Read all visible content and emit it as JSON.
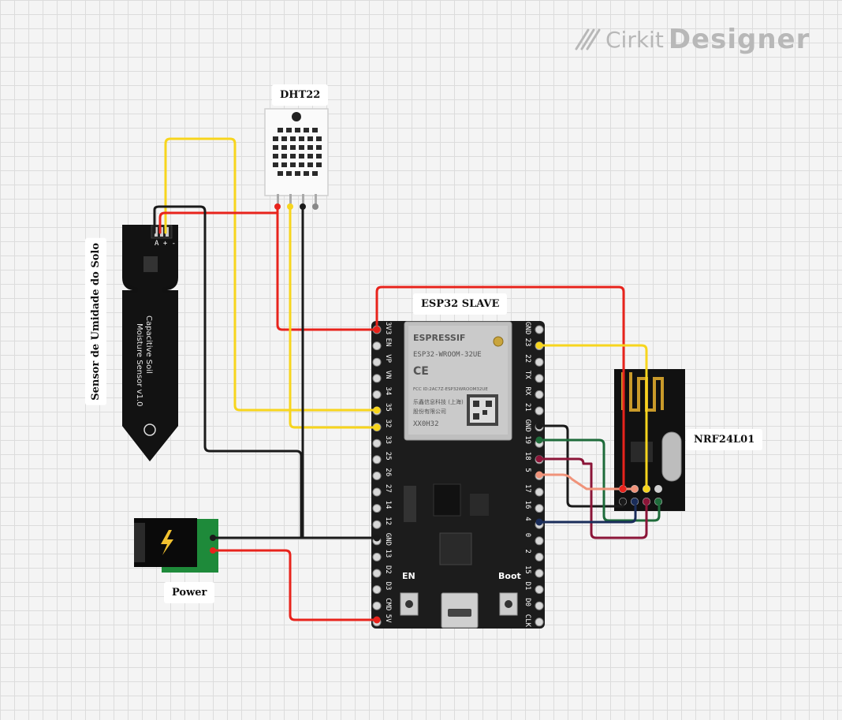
{
  "branding": {
    "name_light": "Cirkit",
    "name_bold": "Designer"
  },
  "components": {
    "dht22": {
      "label": "DHT22"
    },
    "esp32": {
      "label": "ESP32 SLAVE",
      "module_brand": "ESPRESSIF",
      "module_model": "ESP32-WROOM-32UE",
      "module_fcc": "FCC ID:2AC7Z-ESP32WROOM32UE",
      "module_cn1": "乐鑫信息科技 (上海)",
      "module_cn2": "股份有限公司",
      "module_code": "XX0H32",
      "btn_en": "EN",
      "btn_boot": "Boot",
      "left_pins": [
        "3V3",
        "EN",
        "VP",
        "VN",
        "34",
        "35",
        "32",
        "33",
        "25",
        "26",
        "27",
        "14",
        "12",
        "GND",
        "13",
        "D2",
        "D3",
        "CMD",
        "5V"
      ],
      "right_pins": [
        "GND",
        "23",
        "22",
        "TX",
        "RX",
        "21",
        "GND",
        "19",
        "18",
        "5",
        "17",
        "16",
        "4",
        "0",
        "2",
        "15",
        "D1",
        "D0",
        "CLK"
      ]
    },
    "soil_sensor": {
      "label": "Sensor de Umidade do Solo",
      "line1": "Capacitive Soil",
      "line2": "Moisture Sensor v1.0"
    },
    "nrf": {
      "label": "NRF24L01"
    },
    "power": {
      "label": "Power"
    }
  },
  "colors": {
    "wire_red": "#e8231c",
    "wire_yellow": "#f7d51d",
    "wire_black": "#1a1a1a",
    "wire_green": "#1e6b3a",
    "wire_maroon": "#8b1538",
    "wire_salmon": "#f0937a",
    "wire_navy": "#1a2d5a",
    "board": "#1c1c1c"
  }
}
